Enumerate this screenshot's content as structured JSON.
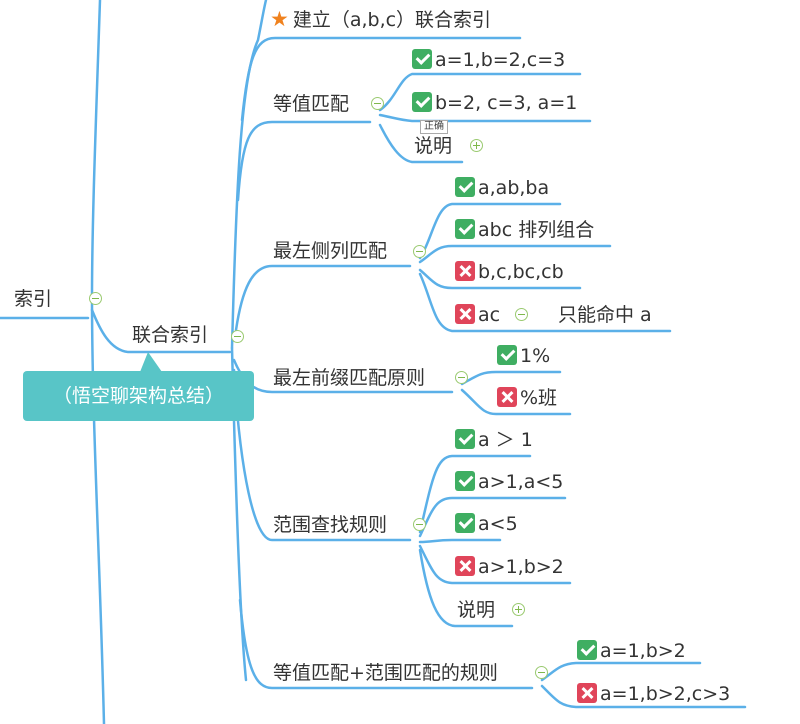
{
  "root": {
    "label": "索引"
  },
  "callout": {
    "text": "（悟空聊架构总结）"
  },
  "main": {
    "label": "联合索引"
  },
  "build": {
    "label": "建立（a,b,c）联合索引",
    "icon": "star-icon"
  },
  "equal": {
    "label": "等值匹配",
    "items": [
      {
        "text": "a=1,b=2,c=3",
        "status": "check"
      },
      {
        "text": "b=2, c=3, a=1",
        "status": "check"
      }
    ],
    "tag": "正确",
    "note": "说明"
  },
  "leftmost": {
    "label": "最左侧列匹配",
    "items": [
      {
        "text": "a,ab,ba",
        "status": "check"
      },
      {
        "text": "abc 排列组合",
        "status": "check"
      },
      {
        "text": "b,c,bc,cb",
        "status": "cross"
      },
      {
        "text": "ac",
        "status": "cross"
      }
    ],
    "ac_note": "只能命中 a"
  },
  "prefix": {
    "label": "最左前缀匹配原则",
    "items": [
      {
        "text": "1%",
        "status": "check"
      },
      {
        "text": "%班",
        "status": "cross"
      }
    ]
  },
  "range": {
    "label": "范围查找规则",
    "items": [
      {
        "text": "a ＞ 1",
        "status": "check"
      },
      {
        "text": "a>1,a<5",
        "status": "check"
      },
      {
        "text": "a<5",
        "status": "check"
      },
      {
        "text": "a>1,b>2",
        "status": "cross"
      }
    ],
    "note": "说明"
  },
  "eqrange": {
    "label": "等值匹配+范围匹配的规则",
    "items": [
      {
        "text": "a=1,b>2",
        "status": "check"
      },
      {
        "text": "a=1,b>2,c>3",
        "status": "cross"
      }
    ]
  },
  "colors": {
    "line": "#5bb0e8",
    "check": "#3fae62",
    "cross": "#e0455a",
    "callout": "#58c5c7",
    "star": "#f0821e"
  }
}
